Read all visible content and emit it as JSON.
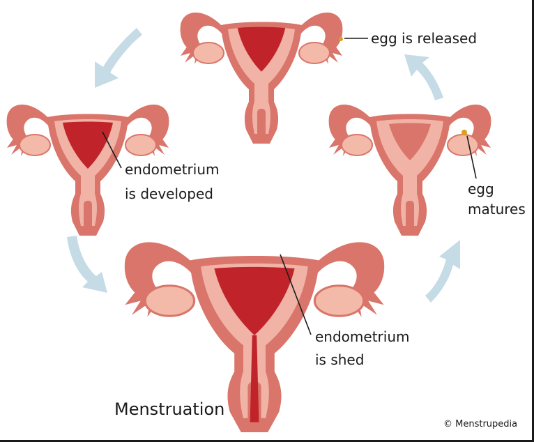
{
  "labels": {
    "egg_released": "egg is released",
    "endo_developed_1": "endometrium",
    "endo_developed_2": "is developed",
    "egg_matures_1": "egg",
    "egg_matures_2": "matures",
    "endo_shed_1": "endometrium",
    "endo_shed_2": "is shed",
    "menstruation": "Menstruation",
    "copyright": "© Menstrupedia"
  },
  "colors": {
    "tissue_outer": "#d9756a",
    "tissue_inner": "#f0b3a6",
    "endometrium": "#c0242a",
    "ovary": "#f3b9a9",
    "egg": "#d9a21a",
    "arrow": "#c5dbe6",
    "text": "#1a1a1a"
  },
  "icons": [
    "cycle-arrow-icon"
  ]
}
